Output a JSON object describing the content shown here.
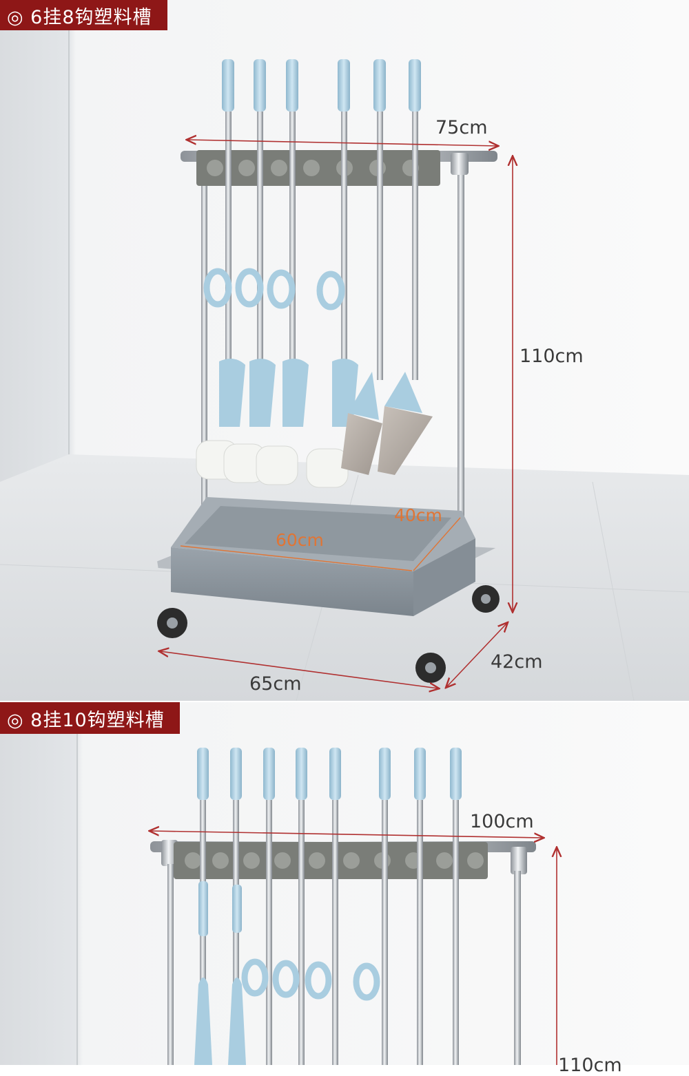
{
  "sections": [
    {
      "title": "◎ 6挂8钩塑料槽",
      "dimensions": {
        "top_width": "75cm",
        "height": "110cm",
        "tray_depth": "40cm",
        "tray_width": "60cm",
        "base_width": "65cm",
        "base_depth": "42cm"
      }
    },
    {
      "title": "◎ 8挂10钩塑料槽",
      "dimensions": {
        "top_width": "100cm",
        "height": "110cm"
      }
    }
  ],
  "colors": {
    "banner": "#8e1717",
    "dimension_line": "#b03030",
    "inner_label": "#e07535",
    "tool_handle": "#a9cde0",
    "tray": "#8a949c",
    "steel": "#c8ccd0"
  }
}
